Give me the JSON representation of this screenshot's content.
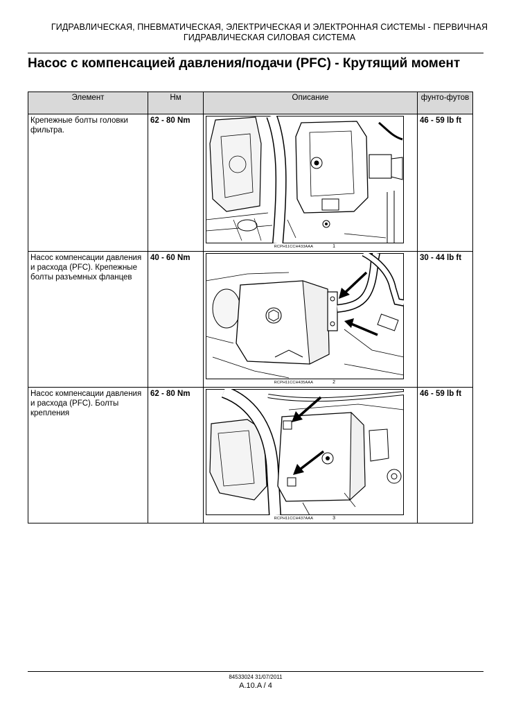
{
  "header": {
    "line1": "ГИДРАВЛИЧЕСКАЯ, ПНЕВМАТИЧЕСКАЯ, ЭЛЕКТРИЧЕСКАЯ И ЭЛЕКТРОННАЯ СИСТЕМЫ - ПЕРВИЧНАЯ",
    "line2": "ГИДРАВЛИЧЕСКАЯ СИЛОВАЯ СИСТЕМА"
  },
  "title": "Насос с компенсацией давления/подачи (PFC) - Крутящий момент",
  "table": {
    "columns": [
      "Элемент",
      "Нм",
      "Описание",
      "фунто-футов"
    ],
    "rows": [
      {
        "element": "Крепежные болты головки фильтра.",
        "nm": "62 - 80 Nm",
        "lbft": "46 - 59 lb ft",
        "figure_code": "RCPH11CCH433AAA",
        "figure_num": "1"
      },
      {
        "element": "Насос компенсации давления и расхода (PFC). Крепежные болты разъемных фланцев",
        "nm": "40 - 60 Nm",
        "lbft": "30 - 44 lb ft",
        "figure_code": "RCPH11CCH435AAA",
        "figure_num": "2"
      },
      {
        "element": "Насос компенсации давления и расхода (PFC). Болты крепления",
        "nm": "62 - 80 Nm",
        "lbft": "46 - 59 lb ft",
        "figure_code": "RCPH11CCH437AAA",
        "figure_num": "3"
      }
    ]
  },
  "footer": {
    "doc_code": "84533024 31/07/2011",
    "page": "A.10.A / 4"
  }
}
